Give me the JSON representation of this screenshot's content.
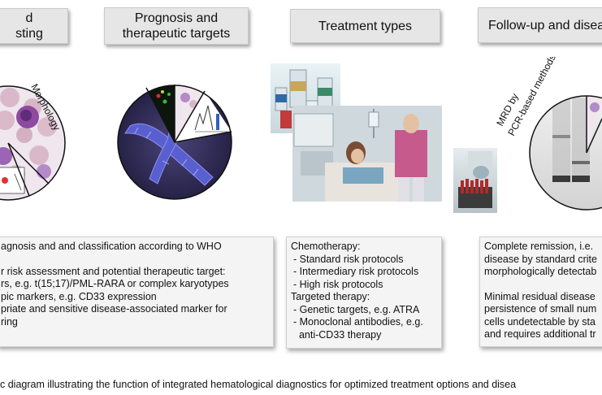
{
  "headers": {
    "col1": "d\nsting",
    "col2": "Prognosis and\ntherapeutic targets",
    "col3": "Treatment types",
    "col4": "Follow-up and diseas"
  },
  "circle_labels": {
    "morphology": "Morphology",
    "mrd_line1": "MRD by",
    "mrd_line2": "PCR-based methods"
  },
  "box1": {
    "lines": [
      "agnosis and and classification according to WHO",
      "",
      "r risk assessment and potential therapeutic target:",
      "rs, e.g. t(15;17)/PML-RARA or complex karyotypes",
      "pic markers, e.g. CD33 expression",
      "priate and sensitive disease-associated marker for",
      "ring"
    ]
  },
  "box2": {
    "chemo_title": "Chemotherapy:",
    "chemo_items": [
      "- Standard risk protocols",
      "- Intermediary risk protocols",
      "- High risk protocols"
    ],
    "targeted_title": "Targeted therapy:",
    "targeted_items": [
      "- Genetic targets, e.g. ATRA",
      "- Monoclonal antibodies, e.g.",
      "  anti-CD33 therapy"
    ]
  },
  "box3": {
    "lines": [
      "Complete remission, i.e.",
      "disease by standard crite",
      "morphologically detectab",
      "",
      "Minimal residual disease",
      "persistence of small num",
      "cells undetectable by sta",
      "and requires additional tr"
    ]
  },
  "caption": "c diagram illustrating the function of integrated hematological diagnostics for optimized treatment options and disea",
  "colors": {
    "header_bg": "#e6e6e6",
    "box_bg": "#f4f4f4",
    "chromosome": "#5a5fd0",
    "chromosome_bg": "#2e2a55",
    "cells": "#b48ac8",
    "rbc": "#d7b7c7",
    "gel": "#3a3a3a",
    "scrubs": "#c65a8d"
  },
  "icons": [
    "morphology-pie-icon",
    "chromosome-pie-icon",
    "gel-pie-icon"
  ]
}
